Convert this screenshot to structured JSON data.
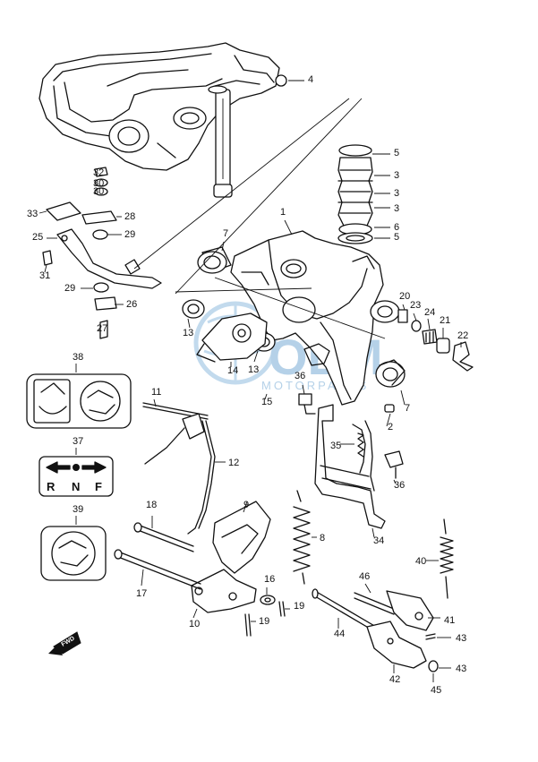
{
  "callouts": [
    "1",
    "2",
    "3",
    "3",
    "3",
    "4",
    "5",
    "5",
    "6",
    "7",
    "7",
    "8",
    "9",
    "10",
    "11",
    "12",
    "13",
    "13",
    "14",
    "15",
    "16",
    "17",
    "18",
    "19",
    "19",
    "20",
    "21",
    "22",
    "23",
    "24",
    "25",
    "26",
    "27",
    "28",
    "29",
    "29",
    "30",
    "30",
    "31",
    "32",
    "33",
    "34",
    "35",
    "36",
    "36",
    "37",
    "38",
    "39",
    "40",
    "41",
    "42",
    "43",
    "43",
    "44",
    "45",
    "46"
  ],
  "watermark": {
    "brand": "OEM",
    "sub": "MOTORPARTS"
  },
  "label37": {
    "letters": [
      "R",
      "N",
      "F"
    ]
  },
  "fwd_tag": "FWD"
}
